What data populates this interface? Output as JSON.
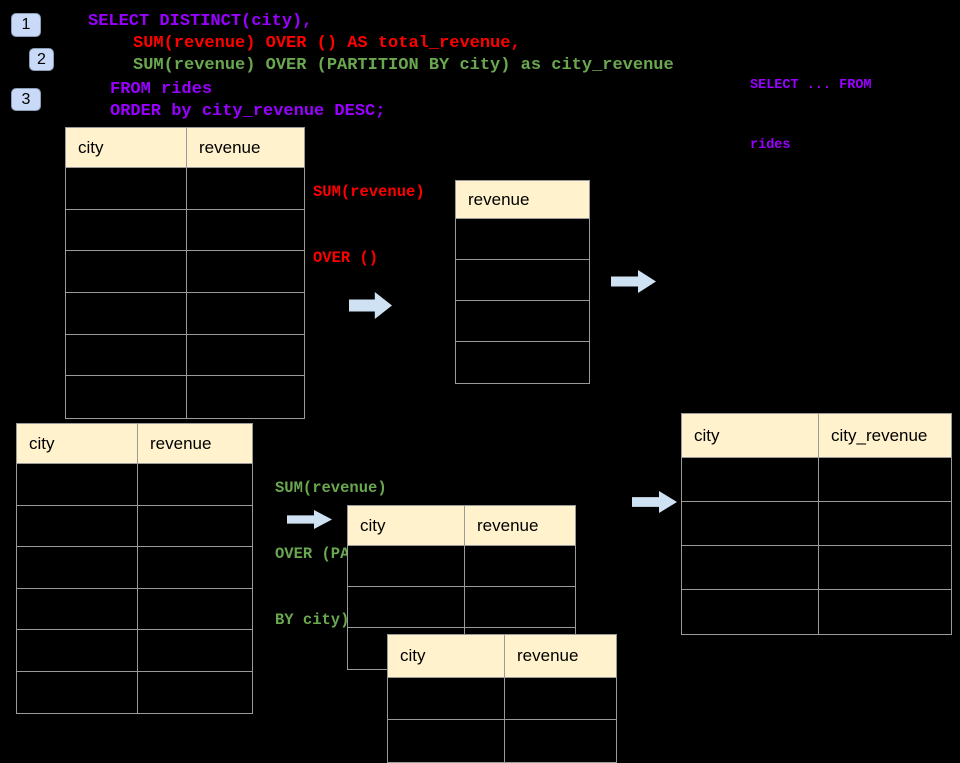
{
  "badges": [
    {
      "label": "1"
    },
    {
      "label": "2"
    },
    {
      "label": "3"
    }
  ],
  "code": {
    "lines": [
      {
        "text": "SELECT DISTINCT(city),",
        "color": "#9900FF"
      },
      {
        "text": "SUM(revenue) OVER () AS total_revenue,",
        "color": "#FF0000"
      },
      {
        "text": "SUM(revenue) OVER (PARTITION BY city) as city_revenue",
        "color": "#6AA84F"
      },
      {
        "text": "FROM rides",
        "color": "#9900FF"
      },
      {
        "text": "ORDER by city_revenue DESC;",
        "color": "#9900FF"
      }
    ]
  },
  "side_note": {
    "lines": [
      "SELECT ... FROM",
      "rides"
    ],
    "color": "#9900FF"
  },
  "annotation_total": {
    "lines": [
      "SUM(revenue)",
      "OVER ()"
    ],
    "color": "#FF0000"
  },
  "annotation_partition": {
    "lines": [
      "SUM(revenue)",
      "OVER (PARTITION",
      "BY city)"
    ],
    "color": "#6AA84F"
  },
  "tables": {
    "source_top": {
      "headers": [
        "city",
        "revenue"
      ],
      "row_count": 6
    },
    "total_result": {
      "headers": [
        "revenue"
      ],
      "row_count": 4
    },
    "source_bottom": {
      "headers": [
        "city",
        "revenue"
      ],
      "row_count": 6
    },
    "partition_step": {
      "headers": [
        "city",
        "revenue"
      ],
      "row_count": 3
    },
    "partition_overlap": {
      "headers": [
        "city",
        "revenue"
      ],
      "row_count": 2
    },
    "final_result": {
      "headers": [
        "city",
        "city_revenue"
      ],
      "row_count": 4
    }
  },
  "colors": {
    "background": "#000000",
    "header_fill": "#FFF2CC",
    "table_border": "#9A9A9A",
    "arrow_fill": "#CFE2F3",
    "badge_fill": "#C9DAF8",
    "sql_purple": "#9900FF",
    "sql_red": "#FF0000",
    "sql_green": "#6AA84F"
  }
}
